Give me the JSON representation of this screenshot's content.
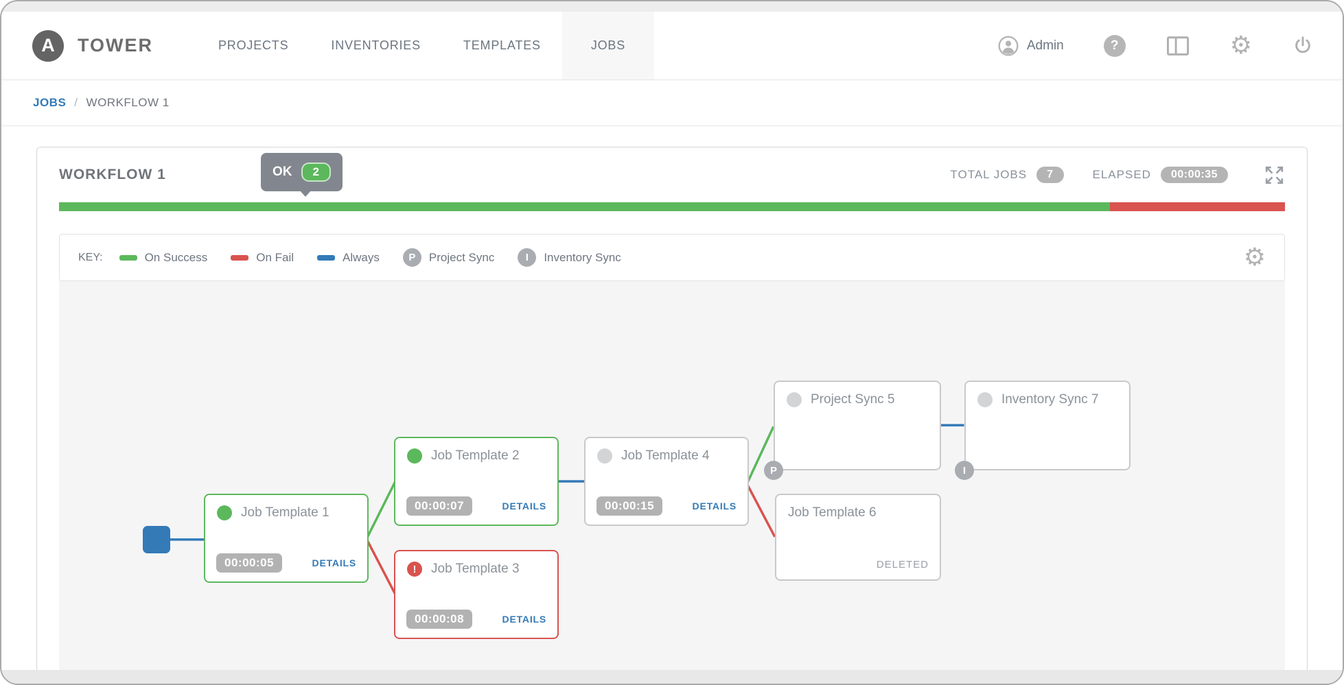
{
  "nav": {
    "brand_letter": "A",
    "brand": "TOWER",
    "items": [
      {
        "label": "PROJECTS",
        "active": false
      },
      {
        "label": "INVENTORIES",
        "active": false
      },
      {
        "label": "TEMPLATES",
        "active": false
      },
      {
        "label": "JOBS",
        "active": true
      }
    ],
    "user_label": "Admin",
    "help_glyph": "?",
    "gear_glyph": "⚙"
  },
  "breadcrumb": {
    "parent": "JOBS",
    "separator": "/",
    "current": "WORKFLOW 1"
  },
  "workflow": {
    "title": "WORKFLOW 1",
    "status_tooltip": {
      "label": "OK",
      "count": "2"
    },
    "total_jobs_label": "TOTAL JOBS",
    "total_jobs_count": "7",
    "elapsed_label": "ELAPSED",
    "elapsed_time": "00:00:35",
    "progress": {
      "success_pct": 86,
      "fail_pct": 14
    }
  },
  "key": {
    "label": "KEY:",
    "legend": [
      {
        "label": "On Success",
        "color": "#5cb85c"
      },
      {
        "label": "On Fail",
        "color": "#d9534f"
      },
      {
        "label": "Always",
        "color": "#337ab7"
      },
      {
        "label": "Project Sync",
        "letter": "P"
      },
      {
        "label": "Inventory Sync",
        "letter": "I"
      }
    ],
    "gear_glyph": "⚙"
  },
  "nodes": {
    "jt1": {
      "title": "Job Template 1",
      "status": "success",
      "elapsed": "00:00:05",
      "action": "DETAILS"
    },
    "jt2": {
      "title": "Job Template 2",
      "status": "success",
      "elapsed": "00:00:07",
      "action": "DETAILS"
    },
    "jt3": {
      "title": "Job Template 3",
      "status": "failed",
      "error_glyph": "!",
      "elapsed": "00:00:08",
      "action": "DETAILS"
    },
    "jt4": {
      "title": "Job Template 4",
      "status": "pending",
      "elapsed": "00:00:15",
      "action": "DETAILS"
    },
    "ps5": {
      "title": "Project Sync 5",
      "status": "pending",
      "badge_letter": "P"
    },
    "jt6": {
      "title": "Job Template 6",
      "status": "deleted",
      "action": "DELETED"
    },
    "is7": {
      "title": "Inventory Sync 7",
      "status": "pending",
      "badge_letter": "I"
    }
  },
  "colors": {
    "success": "#5cb85c",
    "fail": "#d9534f",
    "always": "#337ab7",
    "pending_dot": "#d3d4d6",
    "link_blue": "#337ab7"
  }
}
